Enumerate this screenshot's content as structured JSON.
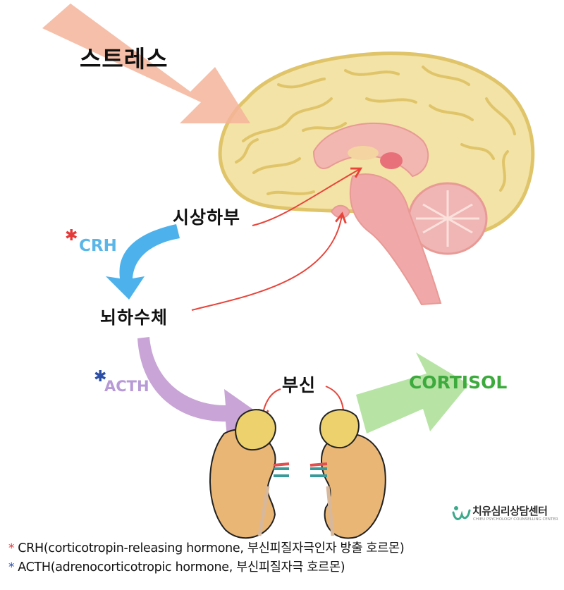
{
  "labels": {
    "stress": "스트레스",
    "hypothalamus": "시상하부",
    "pituitary": "뇌하수체",
    "adrenal": "부신",
    "crh": "CRH",
    "acth": "ACTH",
    "cortisol": "CORTISOL"
  },
  "logo": {
    "name": "치유심리상담센터",
    "subtitle": "CHIEU PSYCHOLOGY COUNSELLING CENTER"
  },
  "footnotes": [
    {
      "star": "*",
      "text": "CRH(corticotropin-releasing hormone, 부신피질자극인자 방출 호르몬)"
    },
    {
      "star": "*",
      "text": "ACTH(adrenocorticotropic hormone, 부신피질자극 호르몬)"
    }
  ],
  "colors": {
    "stress_arrow": "#f4b49a",
    "crh_arrow": "#4db1ec",
    "crh_text": "#5ab6e8",
    "acth_arrow": "#c9a4d6",
    "acth_text": "#b79ad6",
    "cortisol_arrow": "#b7e3a5",
    "cortisol_text": "#3caa3c",
    "red_star": "#e53a3a",
    "blue_star": "#2b4ea8",
    "brain": "#f3e3a6",
    "brain_outline": "#e0c46a",
    "brainstem": "#f0a8a8",
    "kidney": "#e9b676",
    "adrenal_gland": "#ecd16c",
    "connector_arrow": "#e8443a"
  }
}
